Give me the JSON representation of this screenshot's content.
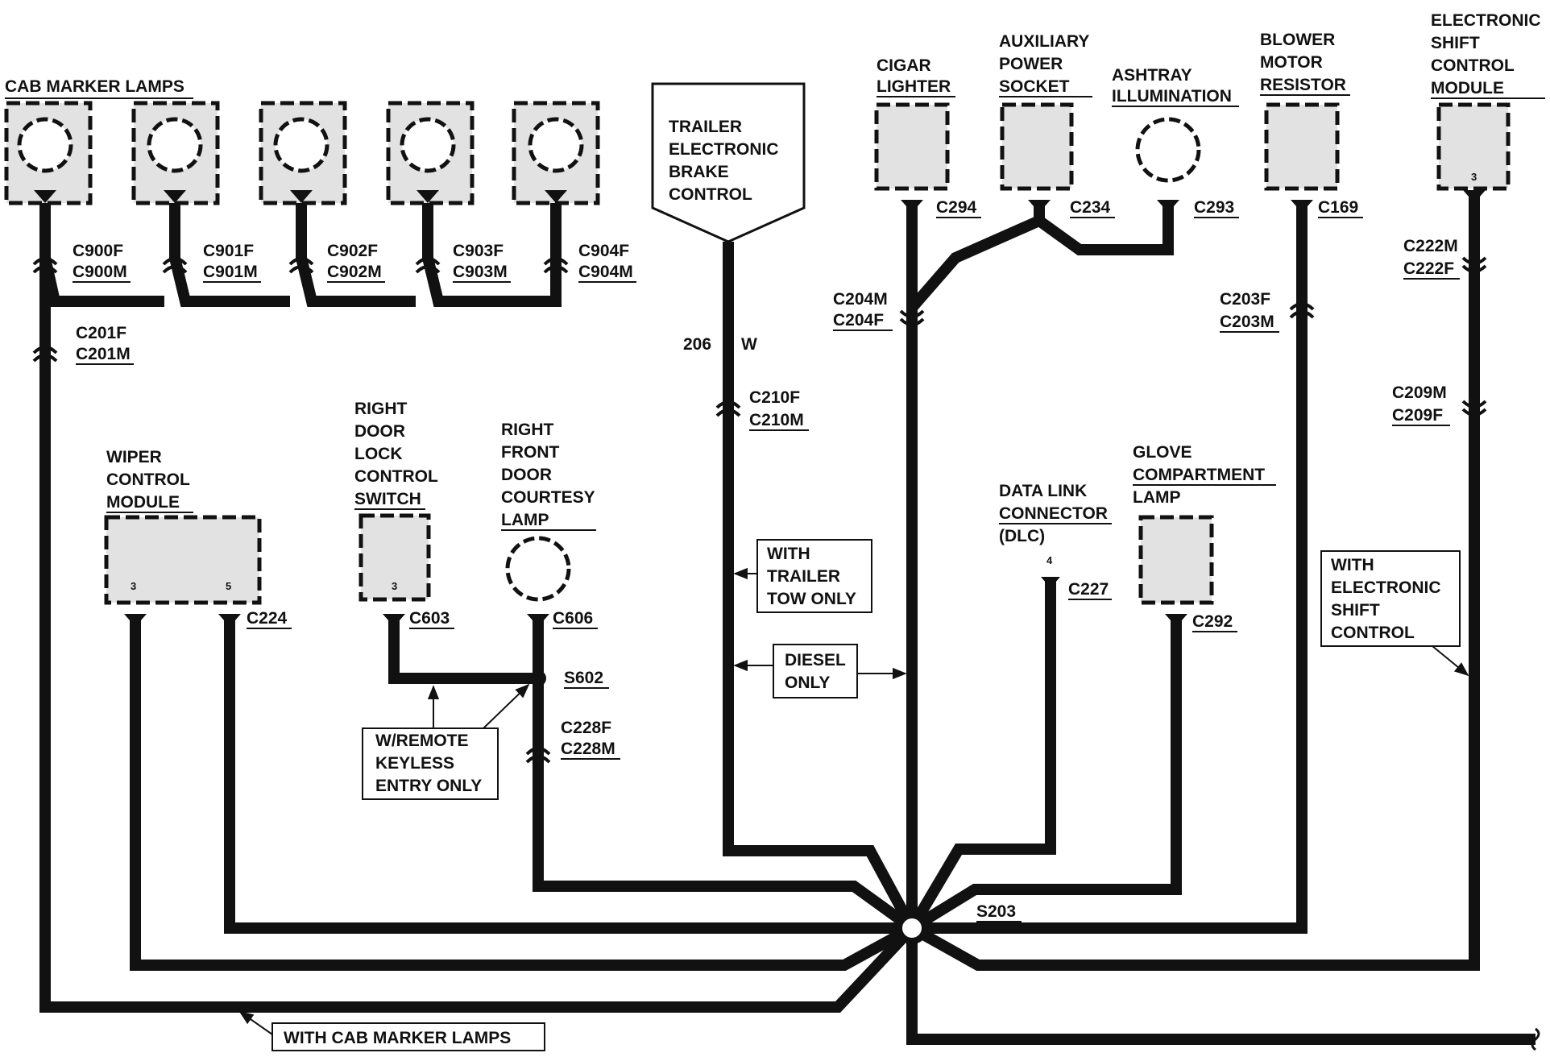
{
  "colors": {
    "ink": "#111111",
    "fill": "#e2e2e2",
    "background": "#ffffff"
  },
  "components": {
    "cab_marker_lamps": "CAB MARKER LAMPS",
    "trailer_brake": [
      "TRAILER",
      "ELECTRONIC",
      "BRAKE",
      "CONTROL"
    ],
    "cigar_lighter": [
      "CIGAR",
      "LIGHTER"
    ],
    "aux_power": [
      "AUXILIARY",
      "POWER",
      "SOCKET"
    ],
    "ashtray": [
      "ASHTRAY",
      "ILLUMINATION"
    ],
    "blower": [
      "BLOWER",
      "MOTOR",
      "RESISTOR"
    ],
    "shift_module": [
      "ELECTRONIC",
      "SHIFT",
      "CONTROL",
      "MODULE"
    ],
    "wiper": [
      "WIPER",
      "CONTROL",
      "MODULE"
    ],
    "door_lock": [
      "RIGHT",
      "DOOR",
      "LOCK",
      "CONTROL",
      "SWITCH"
    ],
    "courtesy": [
      "RIGHT",
      "FRONT",
      "DOOR",
      "COURTESY",
      "LAMP"
    ],
    "dlc": [
      "DATA LINK",
      "CONNECTOR",
      "(DLC)"
    ],
    "glove": [
      "GLOVE",
      "COMPARTMENT",
      "LAMP"
    ]
  },
  "connectors": {
    "c900": [
      "C900F",
      "C900M"
    ],
    "c901": [
      "C901F",
      "C901M"
    ],
    "c902": [
      "C902F",
      "C902M"
    ],
    "c903": [
      "C903F",
      "C903M"
    ],
    "c904": [
      "C904F",
      "C904M"
    ],
    "c201": [
      "C201F",
      "C201M"
    ],
    "c210": [
      "C210F",
      "C210M"
    ],
    "c204": [
      "C204M",
      "C204F"
    ],
    "c203": [
      "C203F",
      "C203M"
    ],
    "c222": [
      "C222M",
      "C222F"
    ],
    "c209": [
      "C209M",
      "C209F"
    ],
    "c228": [
      "C228F",
      "C228M"
    ],
    "c294": "C294",
    "c234": "C234",
    "c293": "C293",
    "c169": "C169",
    "c224": "C224",
    "c603": "C603",
    "c606": "C606",
    "c227": "C227",
    "c292": "C292"
  },
  "splices": {
    "s602": "S602",
    "s203": "S203"
  },
  "pins": {
    "wiper_left": "3",
    "wiper_right": "5",
    "door_lock": "3",
    "dlc": "4",
    "shift": "3"
  },
  "circuit": {
    "number": "206",
    "color": "W"
  },
  "notes": {
    "trailer_tow": [
      "WITH",
      "TRAILER",
      "TOW ONLY"
    ],
    "diesel": [
      "DIESEL",
      "ONLY"
    ],
    "keyless": [
      "W/REMOTE",
      "KEYLESS",
      "ENTRY ONLY"
    ],
    "shift_control": [
      "WITH",
      "ELECTRONIC",
      "SHIFT",
      "CONTROL"
    ],
    "cab_lamps": "WITH CAB MARKER LAMPS"
  }
}
